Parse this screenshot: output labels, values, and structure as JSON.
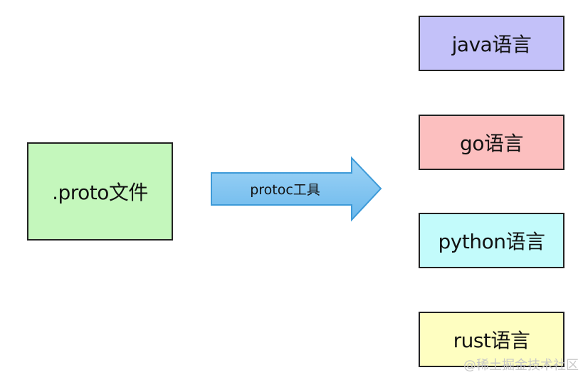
{
  "diagram": {
    "source": {
      "label": ".proto文件",
      "color": "#c4f7bc"
    },
    "arrow": {
      "label": "protoc工具",
      "color": "#7ec3ef"
    },
    "targets": [
      {
        "label": "java语言",
        "color": "#c3c1f9"
      },
      {
        "label": "go语言",
        "color": "#fcbfbf"
      },
      {
        "label": "python语言",
        "color": "#c3fbfb"
      },
      {
        "label": "rust语言",
        "color": "#fefec1"
      }
    ]
  },
  "watermark": "@稀土掘金技术社区"
}
